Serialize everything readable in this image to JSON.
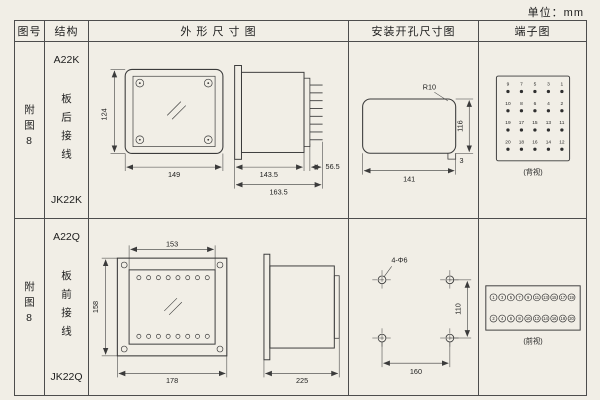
{
  "unit": "单位：mm",
  "headers": {
    "fig": "图号",
    "struct": "结构",
    "outline": "外 形 尺 寸 图",
    "mounting": "安装开孔尺寸图",
    "terminal": "端子图"
  },
  "row1": {
    "fig": "附图8",
    "model": "A22K",
    "wiring": "板后接线",
    "relay": "JK22K",
    "dims": {
      "h": "124",
      "w": "149",
      "d1": "143.5",
      "d2": "163.5",
      "stud": "56.5"
    },
    "mount": {
      "radius": "R10",
      "w": "141",
      "h": "116",
      "step": "3"
    },
    "terminals": [
      [
        "9",
        "7",
        "5",
        "3",
        "1"
      ],
      [
        "10",
        "8",
        "6",
        "4",
        "2"
      ],
      [
        "19",
        "17",
        "15",
        "13",
        "11"
      ],
      [
        "20",
        "18",
        "16",
        "14",
        "12"
      ]
    ],
    "view_note": "(背视)"
  },
  "row2": {
    "fig": "附图8",
    "model": "A22Q",
    "wiring": "板前接线",
    "relay": "JK22Q",
    "dims": {
      "w_top": "153",
      "h": "158",
      "w_bottom": "178",
      "depth": "225"
    },
    "mount": {
      "holes": "4-Φ6",
      "h": "110",
      "w": "160"
    },
    "term_top": [
      "1",
      "3",
      "5",
      "7",
      "9",
      "11",
      "13",
      "15",
      "17",
      "19"
    ],
    "term_bottom": [
      "2",
      "4",
      "6",
      "8",
      "10",
      "12",
      "14",
      "16",
      "18",
      "20"
    ],
    "view_note": "(前视)"
  }
}
